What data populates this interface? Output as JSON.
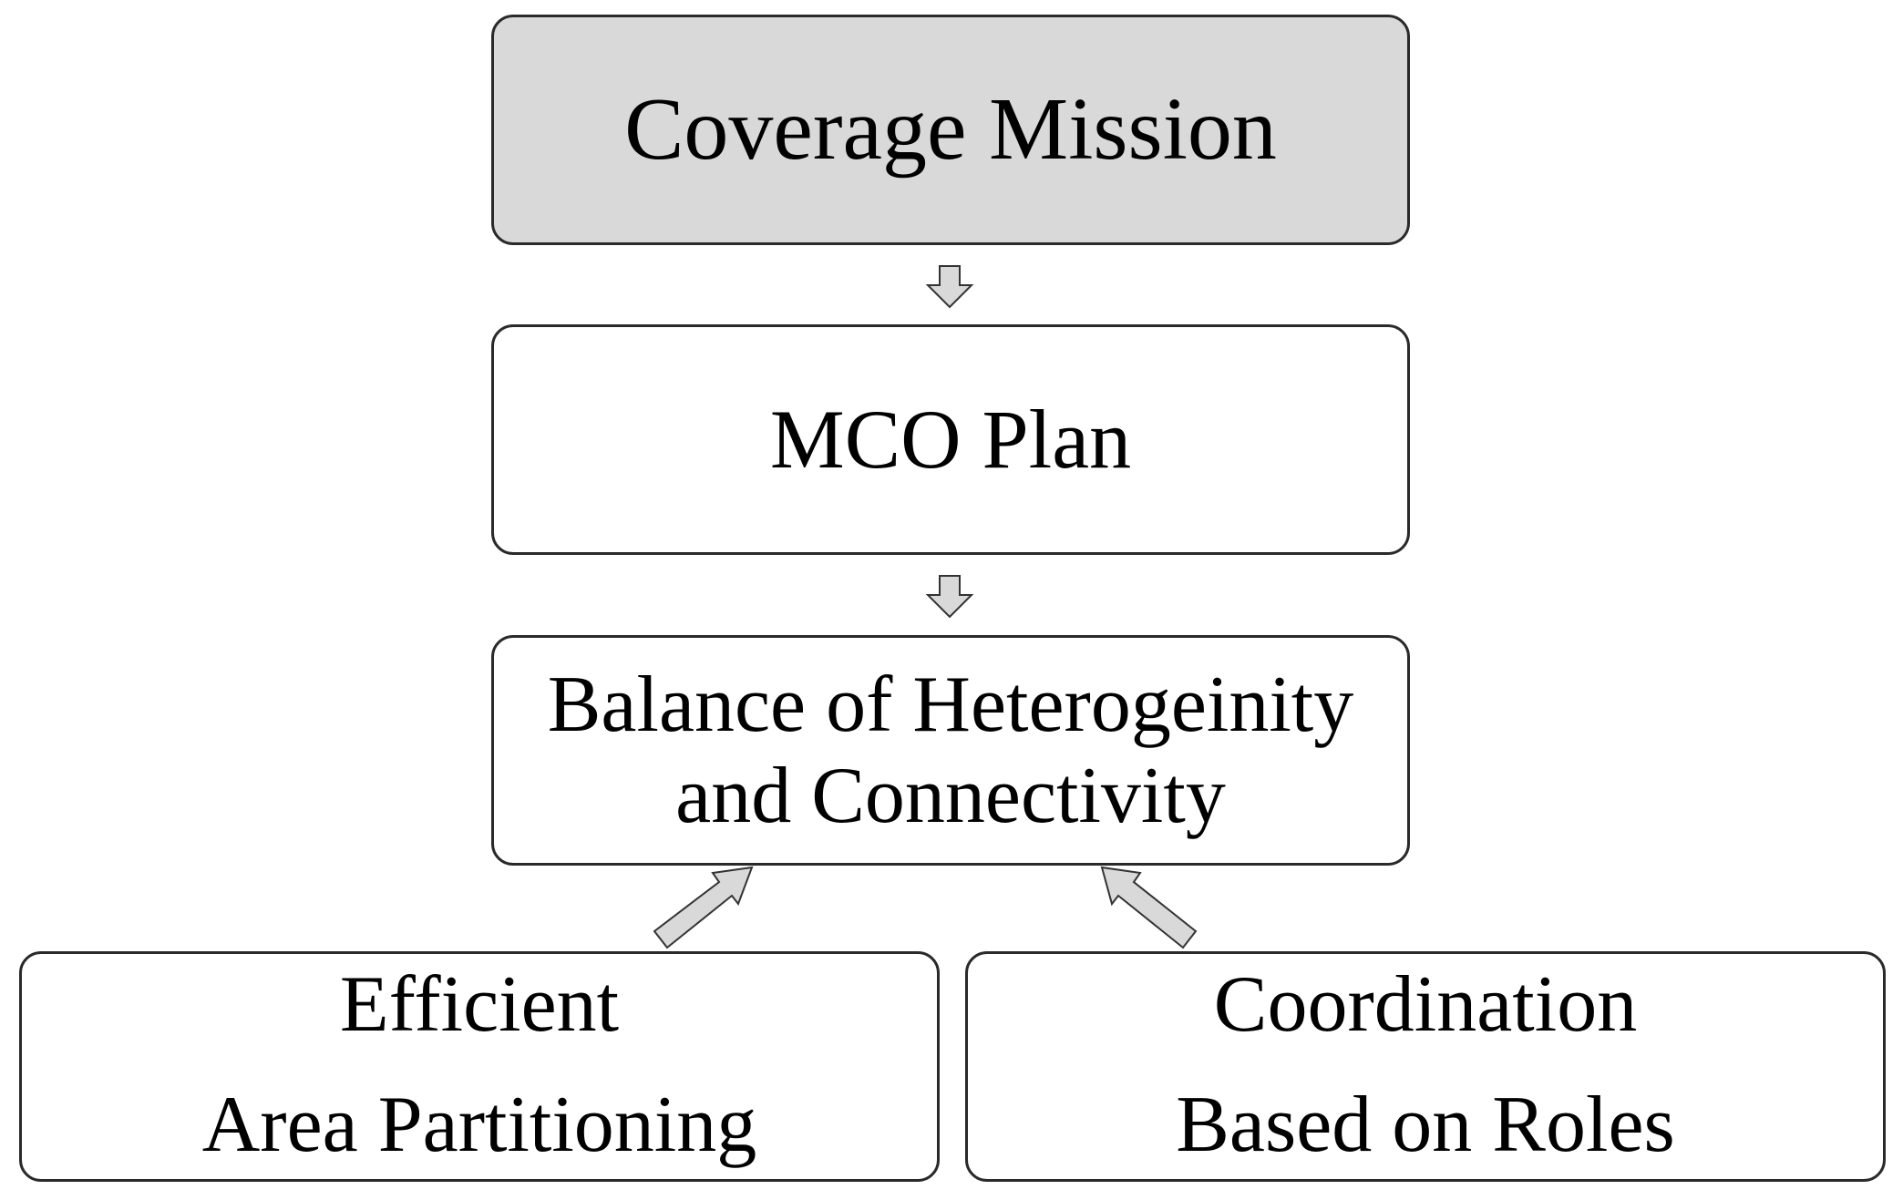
{
  "nodes": {
    "coverage_mission": {
      "label": "Coverage Mission"
    },
    "mco_plan": {
      "label": "MCO Plan"
    },
    "balance": {
      "lines": [
        "Balance of Heterogeinity",
        "and Connectivity"
      ]
    },
    "efficient": {
      "lines": [
        "Efficient",
        "Area Partitioning"
      ]
    },
    "coordination": {
      "lines": [
        "Coordination",
        "Based on Roles"
      ]
    }
  },
  "colors": {
    "shaded_fill": "#d9d9d9",
    "box_fill": "#ffffff",
    "border": "#2a2a2a",
    "arrow_fill": "#d9d9d9",
    "arrow_stroke": "#333333"
  },
  "edges": [
    {
      "from": "coverage_mission",
      "to": "mco_plan"
    },
    {
      "from": "mco_plan",
      "to": "balance"
    },
    {
      "from": "efficient",
      "to": "balance"
    },
    {
      "from": "coordination",
      "to": "balance"
    }
  ]
}
